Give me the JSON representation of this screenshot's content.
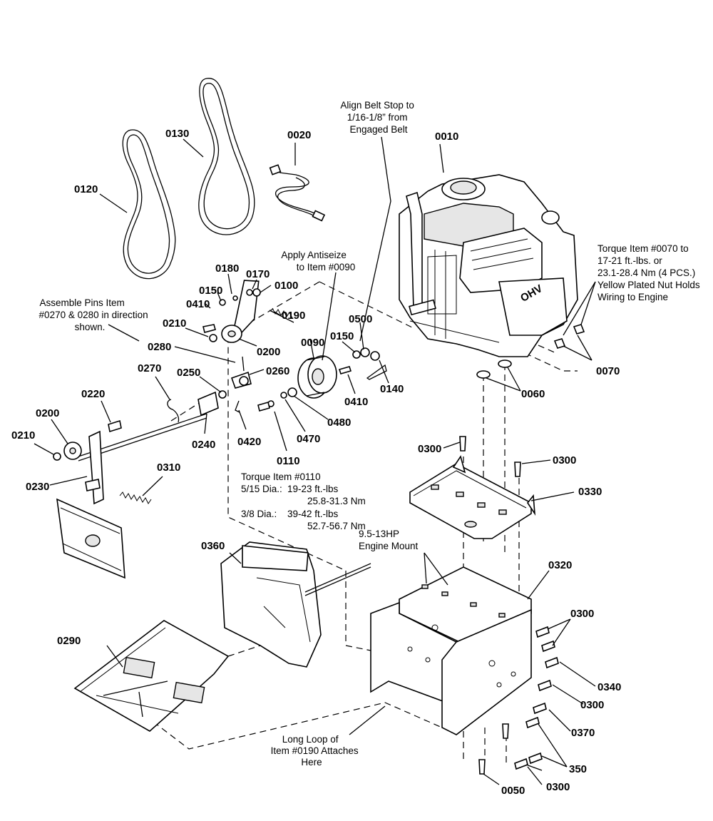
{
  "parts": {
    "p0010": "0010",
    "p0020": "0020",
    "p0120": "0120",
    "p0130": "0130",
    "p0180": "0180",
    "p0170": "0170",
    "p0100": "0100",
    "p0150a": "0150",
    "p0410a": "0410",
    "p0190": "0190",
    "p0210a": "0210",
    "p0200a": "0200",
    "p0280": "0280",
    "p0270": "0270",
    "p0250": "0250",
    "p0260": "0260",
    "p0090": "0090",
    "p0150b": "0150",
    "p0500": "0500",
    "p0410b": "0410",
    "p0140": "0140",
    "p0240": "0240",
    "p0420": "0420",
    "p0110": "0110",
    "p0470": "0470",
    "p0480": "0480",
    "p0220": "0220",
    "p0200b": "0200",
    "p0210b": "0210",
    "p0230": "0230",
    "p0310": "0310",
    "p0070": "0070",
    "p0060": "0060",
    "p0300a": "0300",
    "p0300b": "0300",
    "p0330": "0330",
    "p0360": "0360",
    "p0320": "0320",
    "p0300c": "0300",
    "p0340": "0340",
    "p0300d": "0300",
    "p0370": "0370",
    "p0290": "0290",
    "p350": "350",
    "p0050": "0050",
    "p0300e": "0300"
  },
  "notes": {
    "belt_stop": [
      "Align Belt Stop to",
      "1/16-1/8” from",
      "Engaged Belt"
    ],
    "antiseize": [
      "Apply Antiseize",
      "to Item #0090"
    ],
    "assemble_pins": [
      "Assemble Pins Item",
      "#0270 & 0280 in direction",
      "shown."
    ],
    "torque_0070": [
      "Torque Item #0070 to",
      "17-21 ft.-lbs. or",
      "23.1-28.4 Nm (4 PCS.)",
      "Yellow Plated Nut Holds",
      "Wiring to Engine"
    ],
    "torque_0110": {
      "title": "Torque Item #0110",
      "row1_label": "5/15 Dia.:",
      "row1_a": "19-23 ft.-lbs",
      "row1_b": "25.8-31.3 Nm",
      "row2_label": "3/8 Dia.:",
      "row2_a": "39-42 ft.-lbs",
      "row2_b": "52.7-56.7 Nm"
    },
    "engine_mount": [
      "9.5-13HP",
      "Engine Mount"
    ],
    "long_loop": [
      "Long Loop of",
      "Item #0190 Attaches",
      "Here"
    ]
  },
  "engine_badge": "OHV"
}
